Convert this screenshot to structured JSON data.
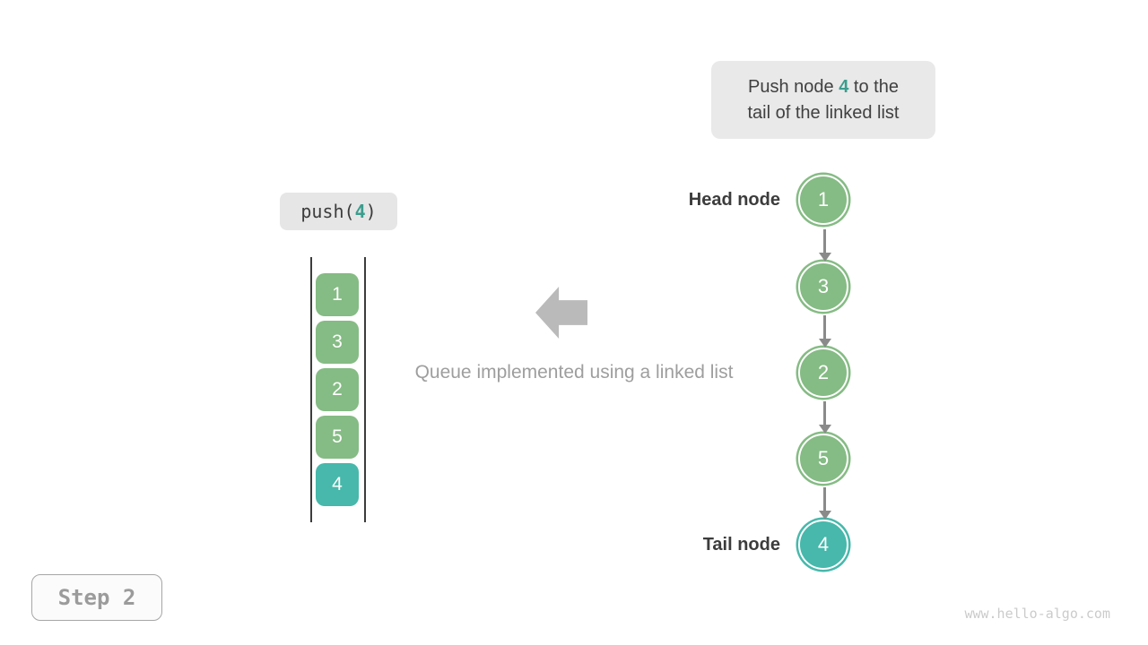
{
  "callout": {
    "prefix": "Push node ",
    "value": "4",
    "suffix": " to the",
    "line2": "tail of the linked list"
  },
  "push_label": {
    "prefix": "push(",
    "value": "4",
    "suffix": ")"
  },
  "queue": {
    "cells": [
      {
        "value": "1",
        "color": "green"
      },
      {
        "value": "3",
        "color": "green"
      },
      {
        "value": "2",
        "color": "green"
      },
      {
        "value": "5",
        "color": "green"
      },
      {
        "value": "4",
        "color": "teal"
      }
    ]
  },
  "caption": "Queue implemented using a linked list",
  "linked_list": {
    "head_label": "Head node",
    "tail_label": "Tail node",
    "nodes": [
      {
        "value": "1",
        "color": "green"
      },
      {
        "value": "3",
        "color": "green"
      },
      {
        "value": "2",
        "color": "green"
      },
      {
        "value": "5",
        "color": "green"
      },
      {
        "value": "4",
        "color": "teal"
      }
    ]
  },
  "step_badge": {
    "label": "Step 2"
  },
  "watermark": {
    "text": "www.hello-algo.com"
  },
  "colors": {
    "node_green": "#85BB84",
    "node_teal": "#47B8AB",
    "highlight_text": "#3B9D8E",
    "connector_gray": "#8A8A8A",
    "block_arrow_gray": "#BABABA",
    "callout_bg": "#E9E9E9",
    "caption_gray": "#9E9E9E",
    "label_dark": "#3C3C3C"
  }
}
